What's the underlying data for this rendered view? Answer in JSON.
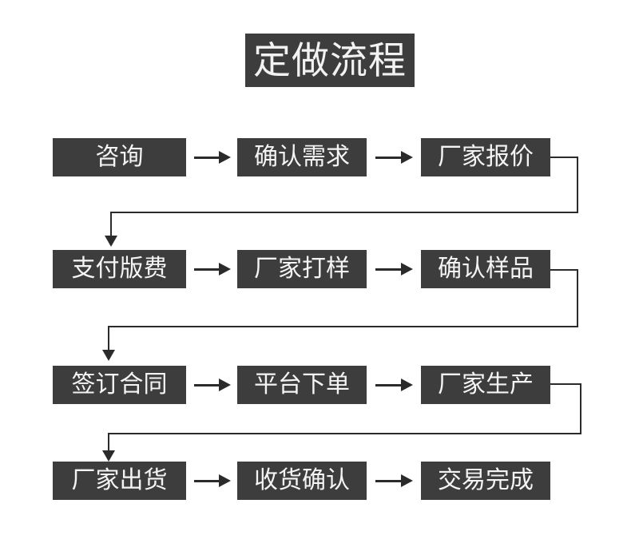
{
  "title": {
    "text": "定做流程"
  },
  "colors": {
    "box_fill": "#3d3d3d",
    "box_text": "#f4f4f4",
    "connector": "#2b2b2b",
    "background": "#ffffff"
  },
  "flow": {
    "arrow_glyph": "→",
    "rows": [
      {
        "index": 0,
        "nodes": [
          {
            "label": "咨询"
          },
          {
            "label": "确认需求"
          },
          {
            "label": "厂家报价"
          }
        ],
        "wraps_to_next_row": true
      },
      {
        "index": 1,
        "nodes": [
          {
            "label": "支付版费"
          },
          {
            "label": "厂家打样"
          },
          {
            "label": "确认样品"
          }
        ],
        "wraps_to_next_row": true
      },
      {
        "index": 2,
        "nodes": [
          {
            "label": "签订合同"
          },
          {
            "label": "平台下单"
          },
          {
            "label": "厂家生产"
          }
        ],
        "wraps_to_next_row": true
      },
      {
        "index": 3,
        "nodes": [
          {
            "label": "厂家出货"
          },
          {
            "label": "收货确认"
          },
          {
            "label": "交易完成"
          }
        ],
        "wraps_to_next_row": false
      }
    ],
    "sequence": [
      "咨询",
      "确认需求",
      "厂家报价",
      "支付版费",
      "厂家打样",
      "确认样品",
      "签订合同",
      "平台下单",
      "厂家生产",
      "厂家出货",
      "收货确认",
      "交易完成"
    ],
    "step_count": 12
  }
}
